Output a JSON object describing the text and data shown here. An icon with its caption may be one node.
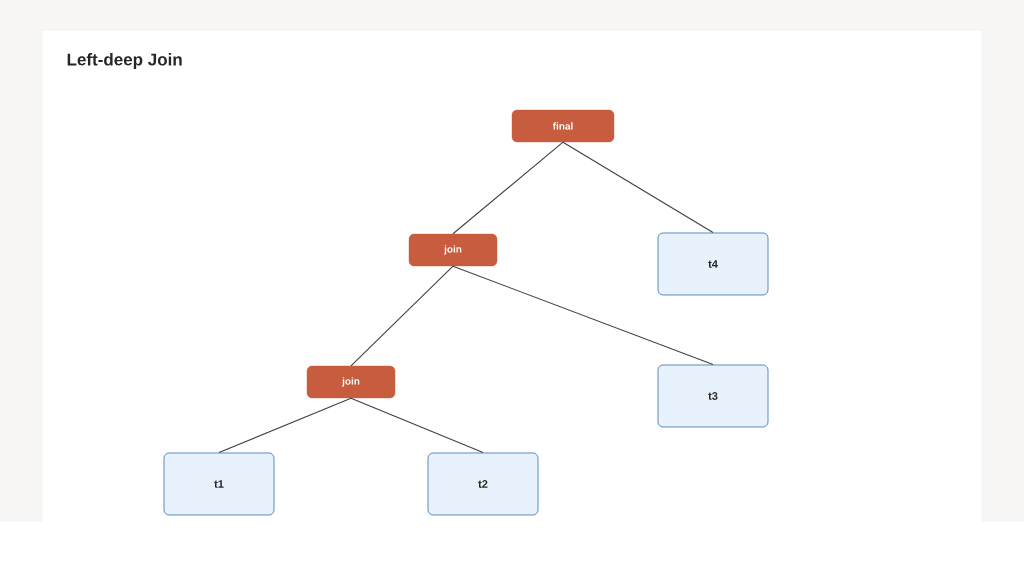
{
  "diagram": {
    "title": "Left-deep Join",
    "nodes": [
      {
        "text": [
          "final"
        ]
      },
      {
        "text": [
          "join"
        ]
      },
      {
        "text": [
          "t4"
        ]
      },
      {
        "text": [
          "join"
        ]
      },
      {
        "text": [
          "t3"
        ]
      },
      {
        "text": [
          "t1"
        ]
      },
      {
        "text": [
          "t2"
        ]
      }
    ],
    "edges": [
      {
        "from": 0,
        "to": 1,
        "arrow": "none"
      },
      {
        "from": 0,
        "to": 2,
        "arrow": "none"
      },
      {
        "from": 1,
        "to": 3,
        "arrow": "none"
      },
      {
        "from": 1,
        "to": 4,
        "arrow": "none"
      },
      {
        "from": 3,
        "to": 5,
        "arrow": "none"
      },
      {
        "from": 3,
        "to": 6,
        "arrow": "none"
      }
    ]
  }
}
